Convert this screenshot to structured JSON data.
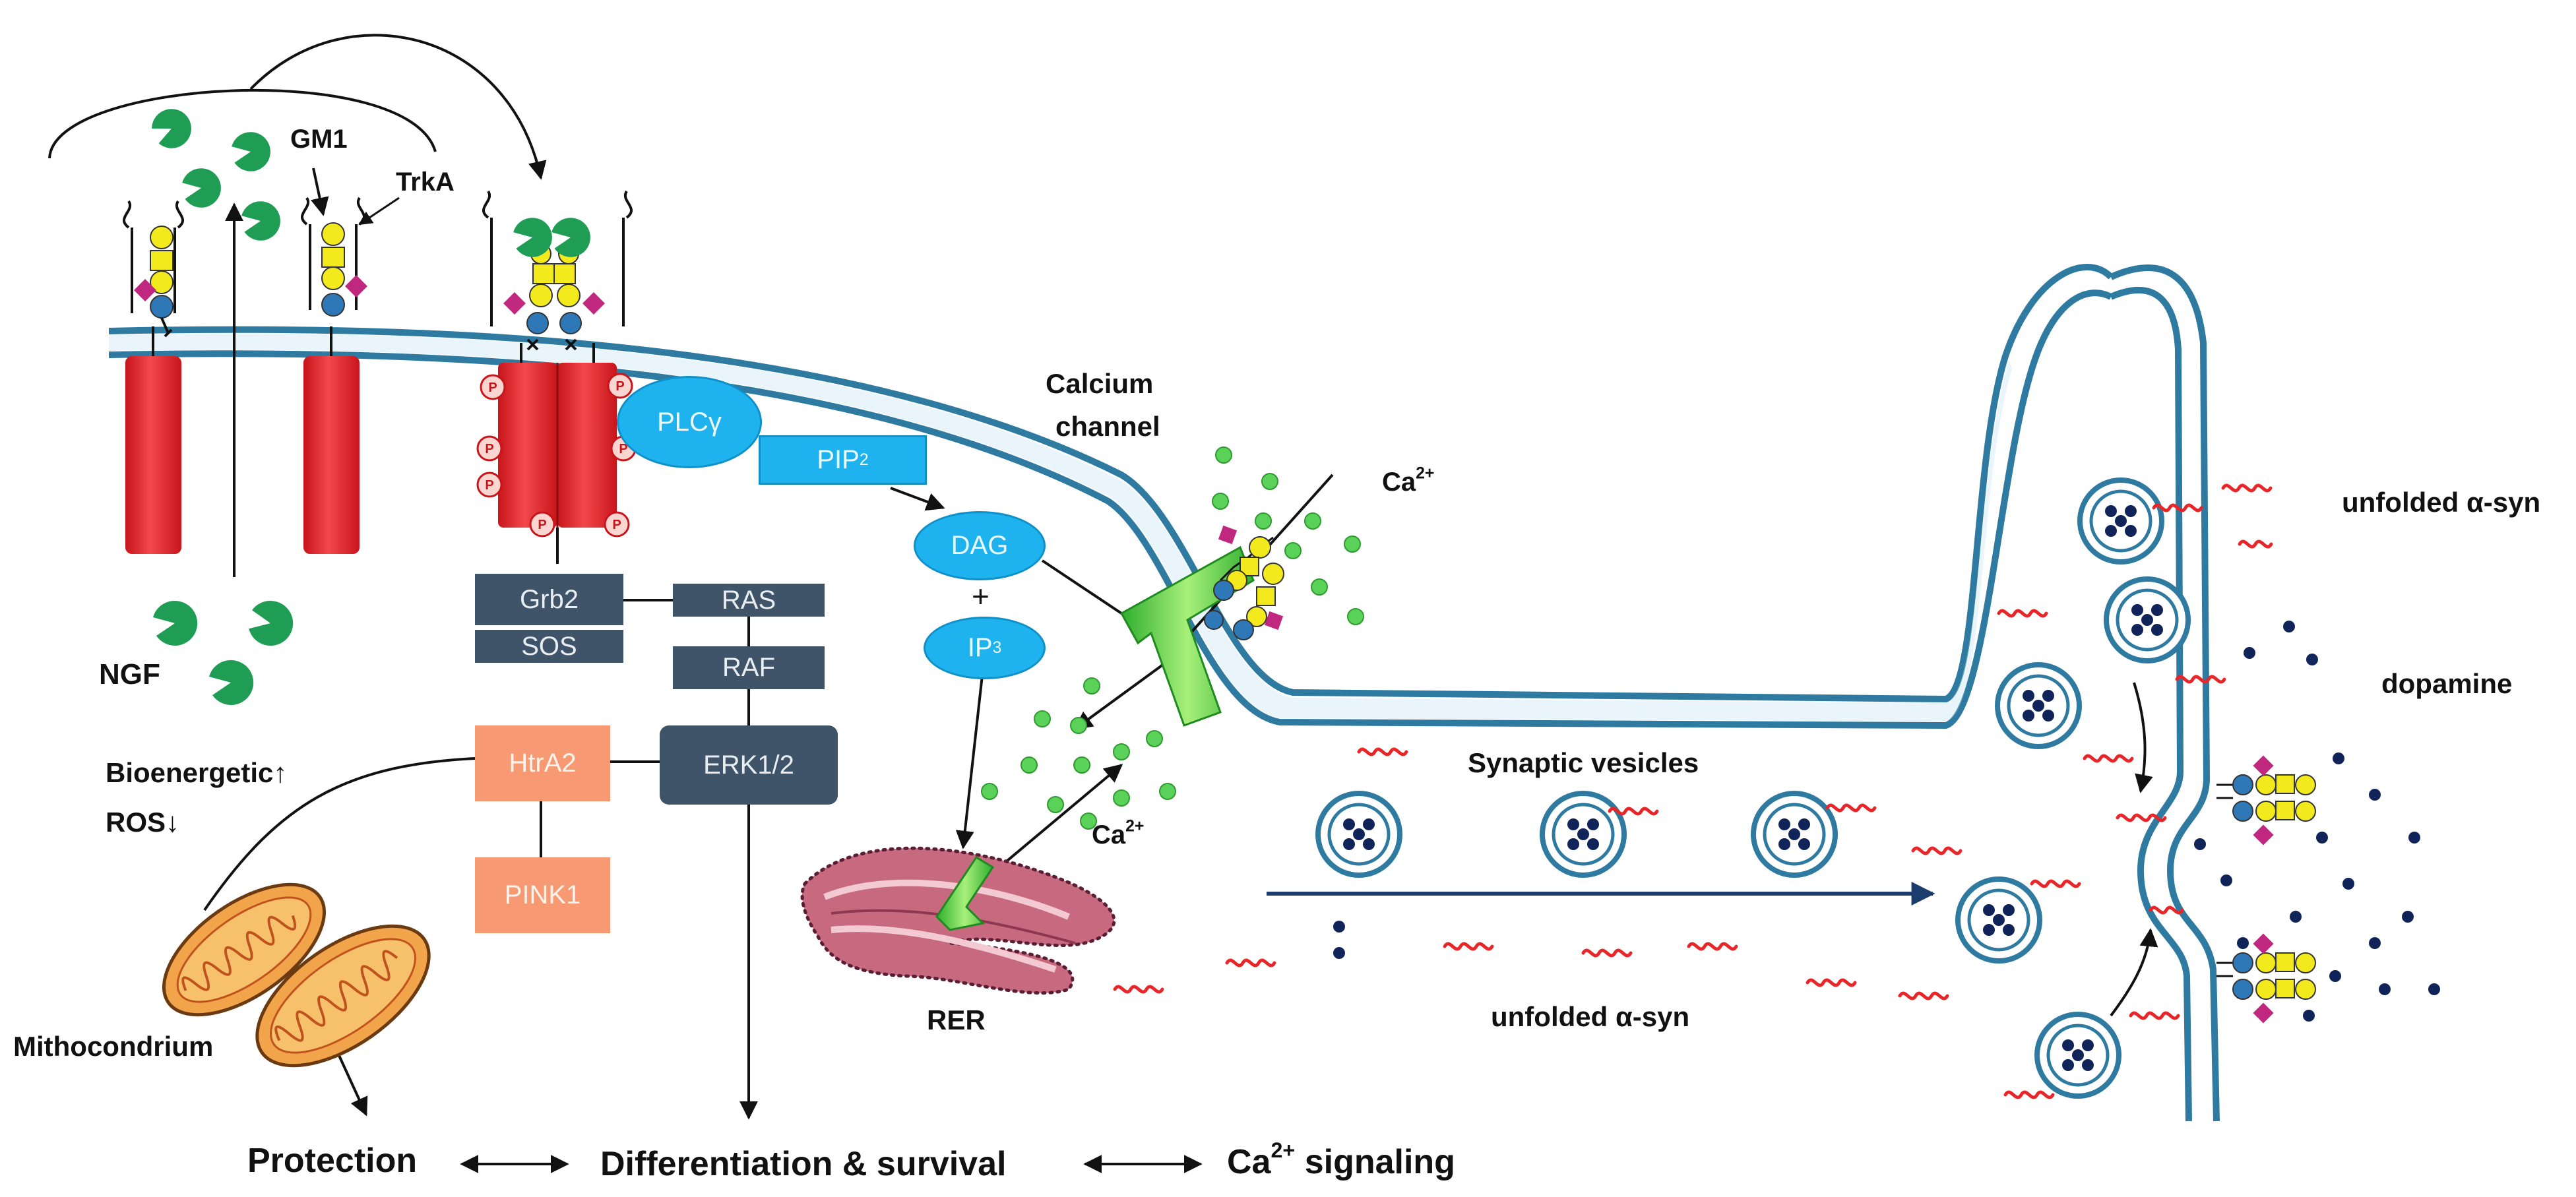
{
  "labels": {
    "gm1": "GM1",
    "trka": "TrkA",
    "ngf": "NGF",
    "bioenergetic": "Bioenergetic↑",
    "ros": "ROS↓",
    "mitochondrium": "Mithocondrium",
    "calcium_channel_line1": "Calcium",
    "calcium_channel_line2": "channel",
    "ca_label": "Ca",
    "ca_superscript": "2+",
    "rer": "RER",
    "synaptic_vesicles": "Synaptic vesicles",
    "unfolded_asyn_top": "unfolded α-syn",
    "unfolded_asyn_bottom": "unfolded α-syn",
    "dopamine": "dopamine",
    "phospho": "P",
    "plus": "+"
  },
  "signaling_boxes": {
    "plcg": "PLCγ",
    "pip": "PIP",
    "pip_sub": "2",
    "dag": "DAG",
    "ip": "IP",
    "ip_sub": "3",
    "grb2": "Grb2",
    "sos": "SOS",
    "ras": "RAS",
    "raf": "RAF",
    "erk": "ERK1/2",
    "htra2": "HtrA2",
    "pink1": "PINK1"
  },
  "outcomes": {
    "protection": "Protection",
    "differentiation": "Differentiation & survival",
    "ca_signaling_prefix": "Ca",
    "ca_signaling_sup": "2+",
    "ca_signaling_suffix": "signaling"
  },
  "colors": {
    "membrane": "#2e7aa0",
    "receptor": "#e8262a",
    "ngf": "#1f9d55",
    "calcium": "#5ad25a",
    "glycan_yellow": "#f2ea1c",
    "glycan_blue": "#2f78b8",
    "glycan_magenta": "#c0287f",
    "dopamine": "#11245a",
    "alpha_syn": "#e8262a",
    "kinase_dark": "#3f5468",
    "mito_protein": "#f79a74",
    "lipid_signal": "#1eb3ee"
  }
}
